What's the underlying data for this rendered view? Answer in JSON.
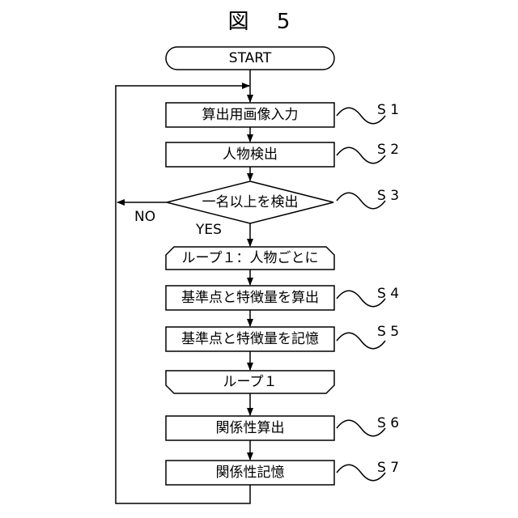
{
  "figure": {
    "title": "図 5"
  },
  "nodes": {
    "start": "START",
    "s1": "算出用画像入力",
    "s2": "人物検出",
    "s3": "一名以上を検出",
    "loop_start": "ループ１：人物ごとに",
    "s4": "基準点と特徴量を算出",
    "s5": "基準点と特徴量を記憶",
    "loop_end": "ループ１",
    "s6": "関係性算出",
    "s7": "関係性記憶"
  },
  "branches": {
    "no": "NO",
    "yes": "YES"
  },
  "step_labels": {
    "s1": "S 1",
    "s2": "S 2",
    "s3": "S 3",
    "s4": "S 4",
    "s5": "S 5",
    "s6": "S 6",
    "s7": "S 7"
  }
}
